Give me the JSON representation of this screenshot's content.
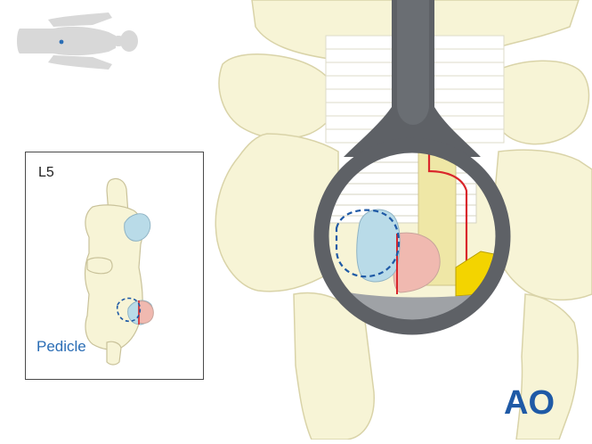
{
  "inset": {
    "level_label": "L5",
    "pedicle_label": "Pedicle"
  },
  "logo": {
    "text": "AO"
  },
  "colors": {
    "bone_fill": "#f7f4d6",
    "bone_outline": "#d9d3a8",
    "magnifier_frame": "#5e6166",
    "dura_red": "#d9262b",
    "disc_blue": "#b9dbe8",
    "cut_pink": "#f0b9b0",
    "highlight_yellow": "#f3d400",
    "dashed_outline_blue": "#1f5aa6",
    "logo_blue": "#1f5aa6",
    "body_silhouette": "#d8d8d8"
  },
  "icons": [
    "body-silhouette-icon",
    "magnifier-icon",
    "ao-logo"
  ]
}
